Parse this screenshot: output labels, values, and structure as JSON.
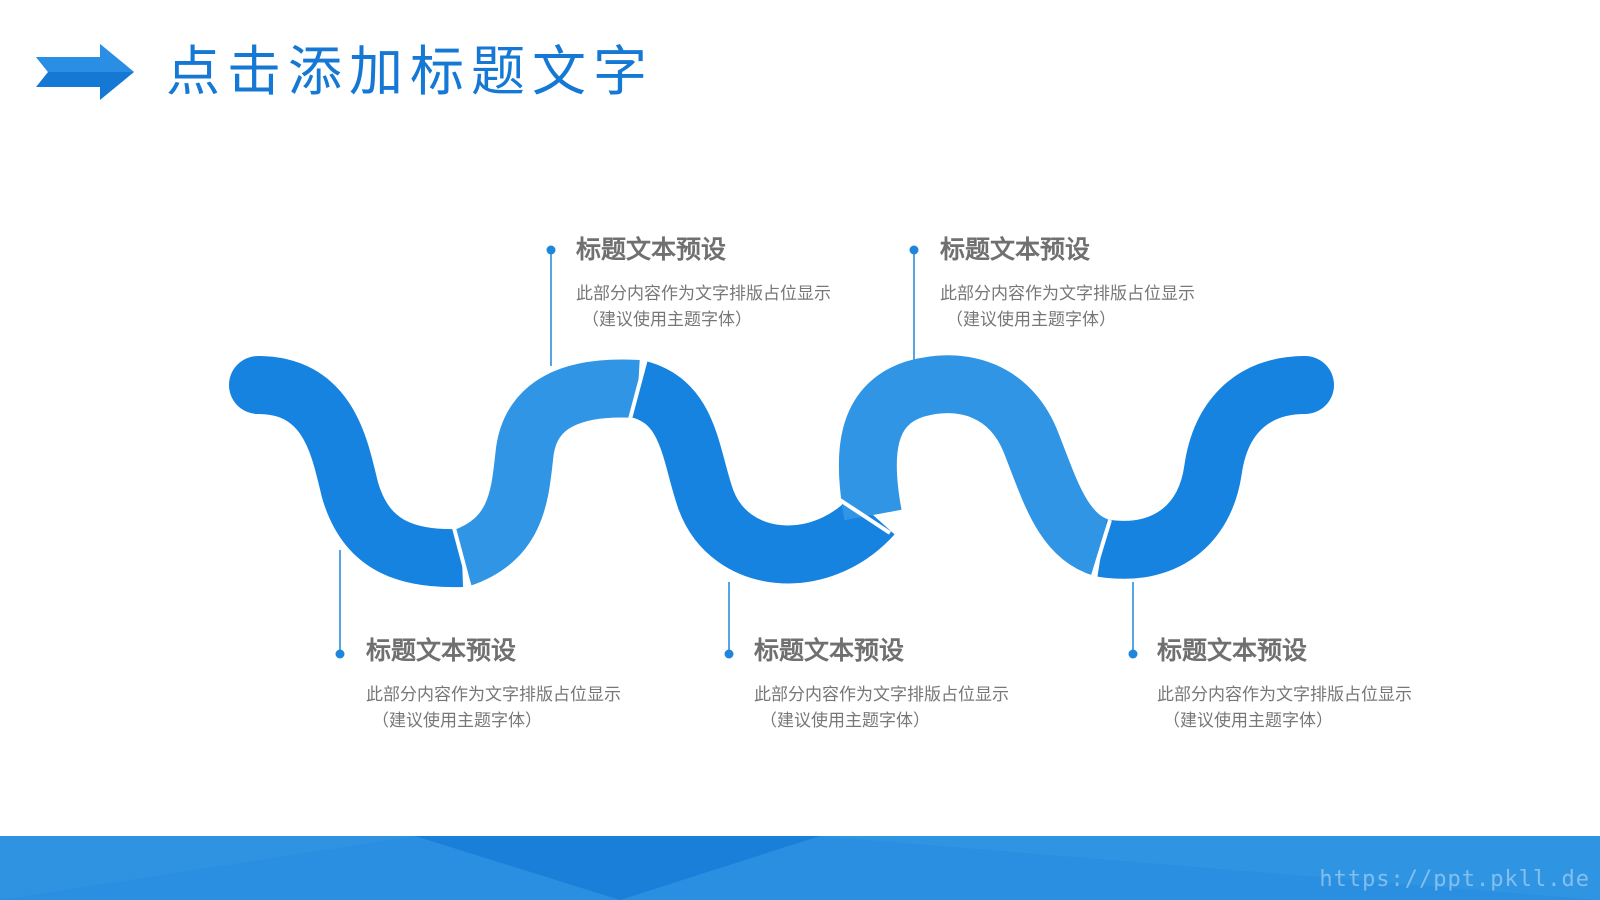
{
  "title": "点击添加标题文字",
  "colors": {
    "primary": "#1478d4",
    "segment_dark": "#1583df",
    "segment_light": "#2f95e4",
    "text_heading": "#707070",
    "text_body": "#777777",
    "footer_main": "#2a8fe0",
    "footer_mid": "#1a7fd8"
  },
  "header": {
    "icon": "right-arrow-icon"
  },
  "callouts": [
    {
      "title": "标题文本预设",
      "line1": "此部分内容作为文字排版占位显示",
      "line2": "（建议使用主题字体）"
    },
    {
      "title": "标题文本预设",
      "line1": "此部分内容作为文字排版占位显示",
      "line2": "（建议使用主题字体）"
    },
    {
      "title": "标题文本预设",
      "line1": "此部分内容作为文字排版占位显示",
      "line2": "（建议使用主题字体）"
    },
    {
      "title": "标题文本预设",
      "line1": "此部分内容作为文字排版占位显示",
      "line2": "（建议使用主题字体）"
    },
    {
      "title": "标题文本预设",
      "line1": "此部分内容作为文字排版占位显示",
      "line2": "（建议使用主题字体）"
    }
  ],
  "watermark": "https://ppt.pkll.de"
}
